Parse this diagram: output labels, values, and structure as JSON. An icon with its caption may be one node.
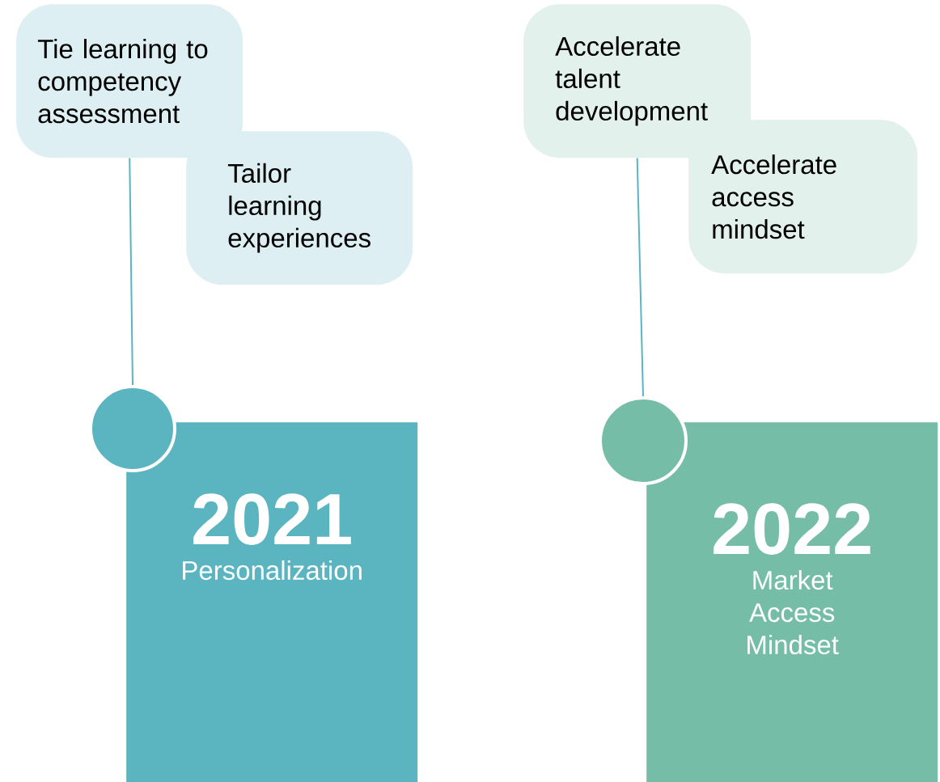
{
  "diagram": {
    "nodes": [
      {
        "text": [
          "Tie learning to competency assessment"
        ]
      },
      {
        "text": [
          "Tailor learning experiences"
        ]
      },
      {
        "text": [],
        "shape": "circle"
      },
      {
        "text": [
          "2021",
          "Personalization"
        ]
      },
      {
        "text": [
          "Accelerate talent development"
        ]
      },
      {
        "text": [
          "Accelerate access mindset"
        ]
      },
      {
        "text": [],
        "shape": "circle"
      },
      {
        "text": [
          "2022",
          "Market Access Mindset"
        ]
      }
    ],
    "edges": [
      {
        "from": 0,
        "to": 2,
        "arrow": "none"
      },
      {
        "from": 4,
        "to": 6,
        "arrow": "none"
      }
    ]
  }
}
